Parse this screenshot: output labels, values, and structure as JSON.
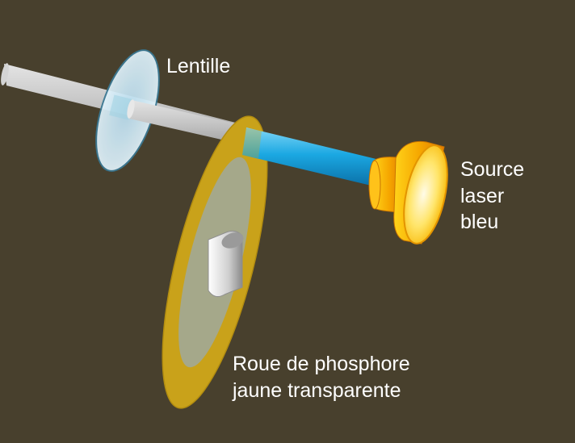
{
  "labels": {
    "lens": "Lentille",
    "source": [
      "Source",
      "laser",
      "bleu"
    ],
    "wheel": [
      "Roue de phosphore",
      "jaune transparente"
    ]
  },
  "colors": {
    "background": "#48402d",
    "gray_beam": "#c9c9c9",
    "blue_beam": "#1aa7e0",
    "phosphor_ring": "#c9a21a",
    "phosphor_center": "#a9ad8e",
    "laser_body": "#f5a000",
    "lens": "#cfe6f3",
    "text": "#ffffff"
  }
}
